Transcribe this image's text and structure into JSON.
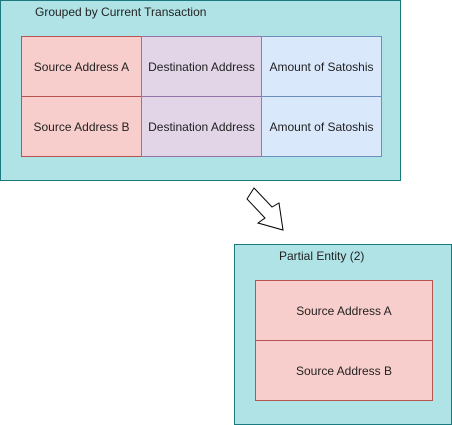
{
  "colors": {
    "container_fill": "#b0e3e6",
    "container_stroke": "#1a7a80",
    "source_fill": "#f8cecc",
    "source_stroke": "#b85450",
    "destination_fill": "#e1d5e7",
    "destination_stroke": "#9673a6",
    "amount_fill": "#dae8fc",
    "amount_stroke": "#6c8ebf",
    "arrow_fill": "#ffffff",
    "arrow_stroke": "#000000"
  },
  "grouped": {
    "title": "Grouped by Current Transaction",
    "rows": [
      {
        "source": "Source Address A",
        "destination": "Destination Address",
        "amount": "Amount of Satoshis"
      },
      {
        "source": "Source Address B",
        "destination": "Destination Address",
        "amount": "Amount of Satoshis"
      }
    ]
  },
  "arrow": {
    "icon": "down-right-arrow-icon"
  },
  "partial_entity": {
    "title": "Partial Entity (2)",
    "items": [
      "Source Address A",
      "Source Address B"
    ]
  }
}
